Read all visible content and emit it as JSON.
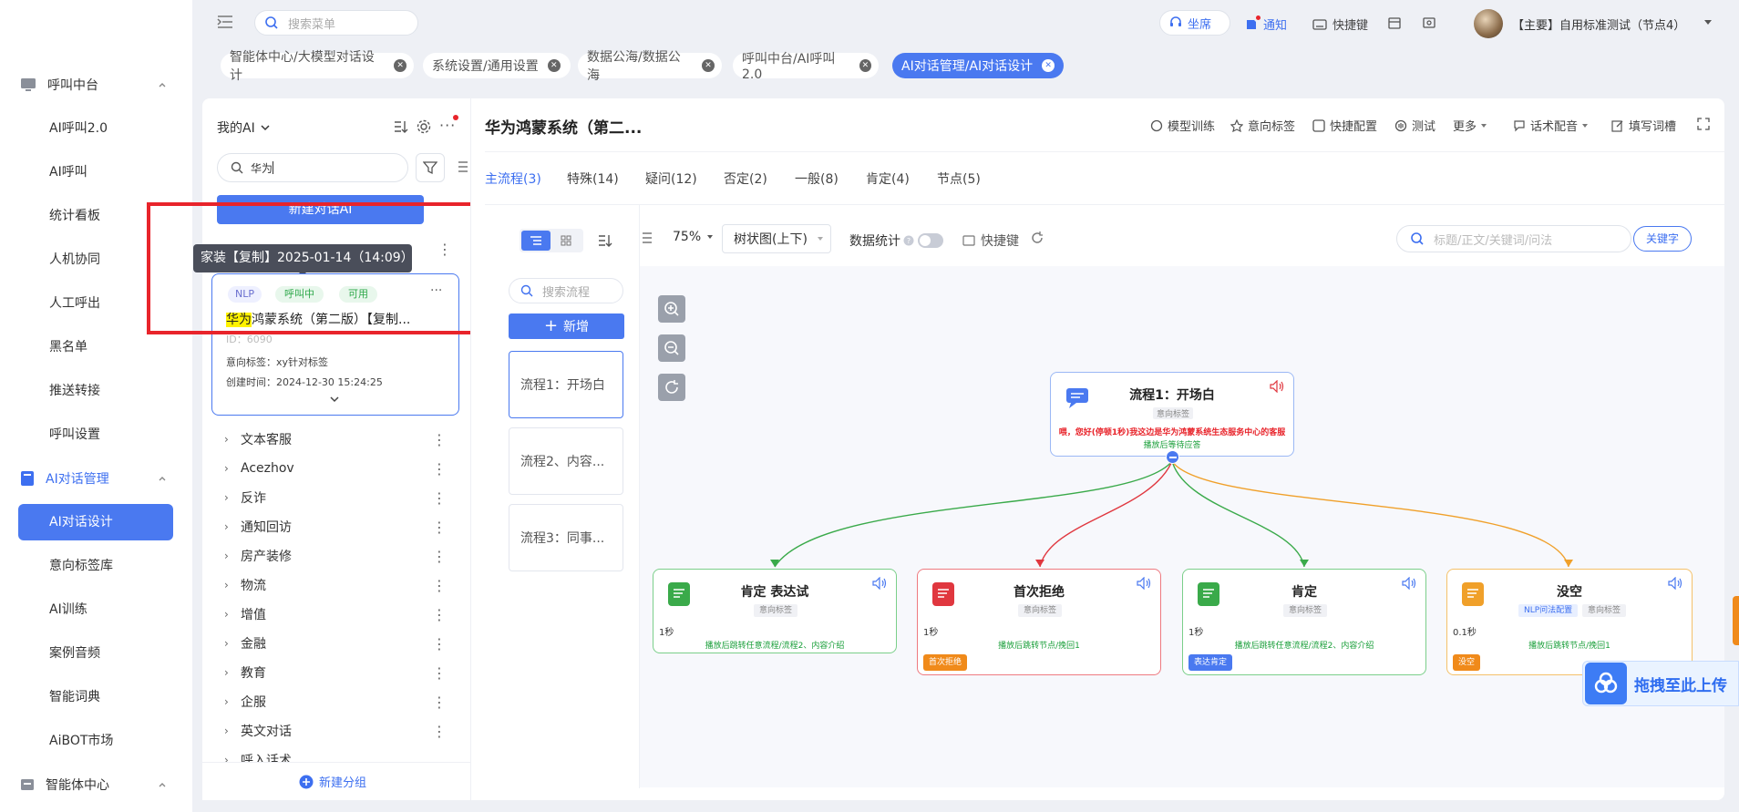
{
  "sidebar": {
    "sections": [
      {
        "label": "呼叫中台",
        "items": [
          "AI呼叫2.0",
          "AI呼叫",
          "统计看板",
          "人机协同",
          "人工呼出",
          "黑名单",
          "推送转接",
          "呼叫设置"
        ]
      },
      {
        "label": "AI对话管理",
        "active_item": "AI对话设计",
        "items": [
          "意向标签库",
          "AI训练",
          "案例音频",
          "智能词典",
          "AiBOT市场"
        ]
      },
      {
        "label": "智能体中心"
      }
    ]
  },
  "topbar": {
    "search_placeholder": "搜索菜单",
    "seat": "坐席",
    "notice": "通知",
    "shortcut": "快捷键",
    "user": "【主要】自用标准测试（节点4）"
  },
  "tabs": [
    {
      "label": "智能体中心/大模型对话设计"
    },
    {
      "label": "系统设置/通用设置"
    },
    {
      "label": "数据公海/数据公海"
    },
    {
      "label": "呼叫中台/AI呼叫2.0"
    },
    {
      "label": "AI对话管理/AI对话设计"
    }
  ],
  "ai_panel": {
    "title": "我的AI",
    "search_value": "华为",
    "new_button": "新建对话AI",
    "tooltip": "家装【复制】2025-01-14（14:09）",
    "card": {
      "tags": [
        "NLP",
        "呼叫中",
        "可用"
      ],
      "title_highlight": "华为",
      "title_rest": "鸿蒙系统（第二版）【复制...",
      "id": "ID：6090",
      "intent": "意向标签：xy针对标签",
      "created": "创建时间：2024-12-30 15:24:25"
    },
    "groups": [
      "文本客服",
      "Acezhov",
      "反诈",
      "通知回访",
      "房产装修",
      "物流",
      "增值",
      "金融",
      "教育",
      "企服",
      "英文对话",
      "呼入话术"
    ],
    "new_group": "新建分组"
  },
  "main": {
    "title": "华为鸿蒙系统（第二...",
    "toolbar": [
      "模型训练",
      "意向标签",
      "快捷配置",
      "测试",
      "更多",
      "话术配音",
      "填写词槽"
    ],
    "tabs": [
      "主流程(3)",
      "特殊(14)",
      "疑问(12)",
      "否定(2)",
      "一般(8)",
      "肯定(4)",
      "节点(5)"
    ],
    "flow_search_placeholder": "搜索流程",
    "flow_add": "新增",
    "flows": [
      "流程1：开场白",
      "流程2、内容...",
      "流程3：同事..."
    ],
    "zoom": "75%",
    "view_mode": "树状图(上下)",
    "data_stats": "数据统计",
    "shortcut": "快捷键",
    "kw_placeholder": "标题/正文/关键词/问法",
    "kw_button": "关键字"
  },
  "nodes": {
    "root": {
      "title": "流程1：开场白",
      "sub": "意向标签",
      "text": "喂，您好(停顿1秒)我这边是华为鸿蒙系统生态服务中心的客服",
      "desc": "播放后等待应答"
    },
    "children": [
      {
        "title": "肯定 表达试",
        "sub": "意向标签",
        "time": "1秒",
        "desc": "播放后跳转任意流程/流程2、内容介绍",
        "badge": ""
      },
      {
        "title": "首次拒绝",
        "sub": "意向标签",
        "time": "1秒",
        "desc": "播放后跳转节点/挽回1",
        "badge": "首次拒绝"
      },
      {
        "title": "肯定",
        "sub": "意向标签",
        "time": "1秒",
        "desc": "播放后跳转任意流程/流程2、内容介绍",
        "badge": "表达肯定"
      },
      {
        "title": "没空",
        "sub": "意向标签",
        "sub2": "NLP问法配置",
        "time": "0.1秒",
        "desc": "播放后跳转节点/挽回1",
        "badge": "没空"
      }
    ]
  },
  "upload_banner": "拖拽至此上传",
  "colors": {
    "primary": "#4a79f0",
    "green": "#3aaa4a",
    "red": "#e0373f",
    "orange": "#f0a02a",
    "highlight": "#e8242b"
  }
}
